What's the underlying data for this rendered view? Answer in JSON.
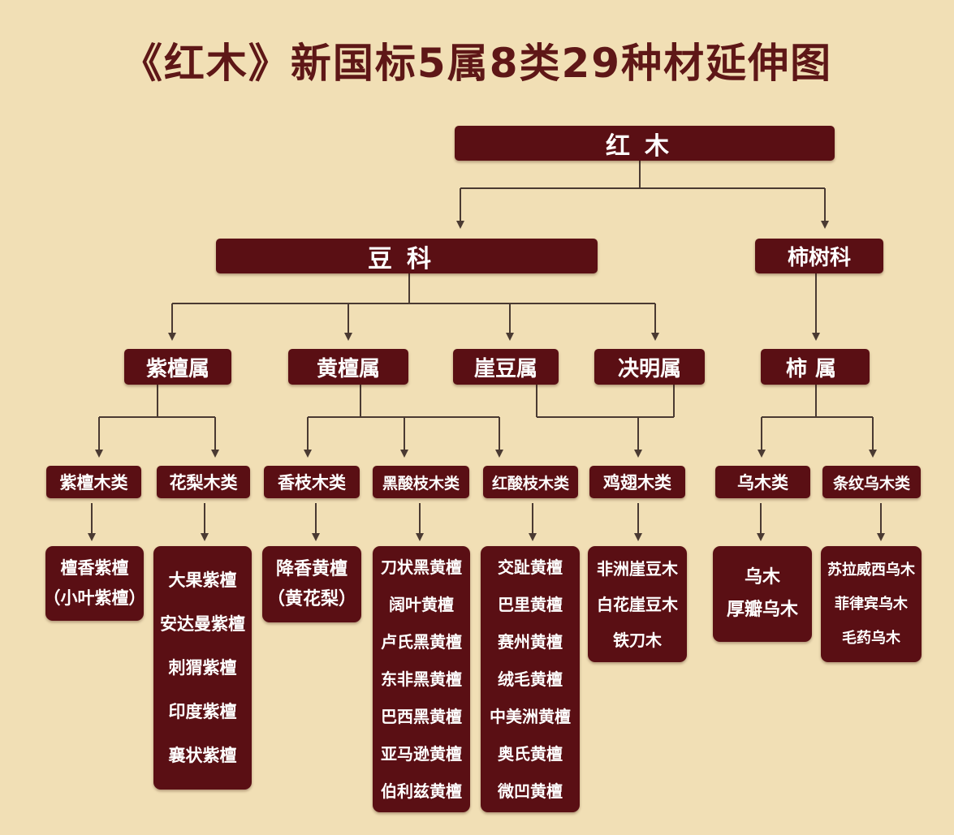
{
  "title": "《红木》新国标5属8类29种材延伸图",
  "colors": {
    "background": "#f1dfb5",
    "box": "#5a0f14",
    "line": "#4a3a32",
    "title": "#5e1717"
  },
  "root": "红木",
  "families": {
    "douke": "豆科",
    "shishuke": "柿树科"
  },
  "genera": {
    "zitan": "紫檀属",
    "huangtan": "黄檀属",
    "yadou": "崖豆属",
    "jueming": "决明属",
    "shi": "柿属"
  },
  "classes": {
    "zitanmu": "紫檀木类",
    "hualimu": "花梨木类",
    "xiangzhi": "香枝木类",
    "heisuanzhi": "黑酸枝木类",
    "hongsuanzhi": "红酸枝木类",
    "jichi": "鸡翅木类",
    "wumu": "乌木类",
    "tiaowen": "条纹乌木类"
  },
  "species": {
    "zitanmu": [
      "檀香紫檀",
      "（小叶紫檀）"
    ],
    "hualimu": [
      "大果紫檀",
      "安达曼紫檀",
      "刺猬紫檀",
      "印度紫檀",
      "襄状紫檀"
    ],
    "xiangzhi": [
      "降香黄檀",
      "（黄花梨）"
    ],
    "heisuanzhi": [
      "刀状黑黄檀",
      "阔叶黄檀",
      "卢氏黑黄檀",
      "东非黑黄檀",
      "巴西黑黄檀",
      "亚马逊黄檀",
      "伯利兹黄檀"
    ],
    "hongsuanzhi": [
      "交趾黄檀",
      "巴里黄檀",
      "赛州黄檀",
      "绒毛黄檀",
      "中美洲黄檀",
      "奥氏黄檀",
      "微凹黄檀"
    ],
    "jichi": [
      "非洲崖豆木",
      "白花崖豆木",
      "铁刀木"
    ],
    "wumu": [
      "乌木",
      "厚瓣乌木"
    ],
    "tiaowen": [
      "苏拉威西乌木",
      "菲律宾乌木",
      "毛药乌木"
    ]
  }
}
